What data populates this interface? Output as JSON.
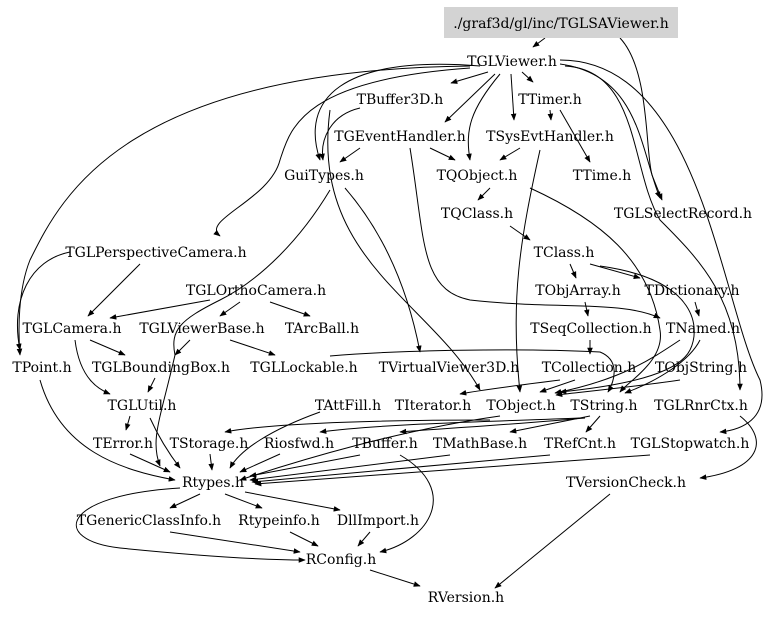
{
  "graph": {
    "root": "./graf3d/gl/inc/TGLSAViewer.h",
    "nodes": [
      {
        "id": "root",
        "label": "./graf3d/gl/inc/TGLSAViewer.h",
        "highlight": true
      },
      {
        "id": "tglviewer",
        "label": "TGLViewer.h"
      },
      {
        "id": "tbuffer3d",
        "label": "TBuffer3D.h"
      },
      {
        "id": "ttimer",
        "label": "TTimer.h"
      },
      {
        "id": "tgeventhandler",
        "label": "TGEventHandler.h"
      },
      {
        "id": "tsysevthandler",
        "label": "TSysEvtHandler.h"
      },
      {
        "id": "guitypes",
        "label": "GuiTypes.h"
      },
      {
        "id": "tqobject",
        "label": "TQObject.h"
      },
      {
        "id": "ttime",
        "label": "TTime.h"
      },
      {
        "id": "tqclass",
        "label": "TQClass.h"
      },
      {
        "id": "tglselectrecord",
        "label": "TGLSelectRecord.h"
      },
      {
        "id": "tglperspectivecamera",
        "label": "TGLPerspectiveCamera.h"
      },
      {
        "id": "tclass",
        "label": "TClass.h"
      },
      {
        "id": "tglorthocamera",
        "label": "TGLOrthoCamera.h"
      },
      {
        "id": "tobjarray",
        "label": "TObjArray.h"
      },
      {
        "id": "tdictionary",
        "label": "TDictionary.h"
      },
      {
        "id": "tglcamera",
        "label": "TGLCamera.h"
      },
      {
        "id": "tglviewerbase",
        "label": "TGLViewerBase.h"
      },
      {
        "id": "tarcball",
        "label": "TArcBall.h"
      },
      {
        "id": "tseqcollection",
        "label": "TSeqCollection.h"
      },
      {
        "id": "tnamed",
        "label": "TNamed.h"
      },
      {
        "id": "tpoint",
        "label": "TPoint.h"
      },
      {
        "id": "tglboundingbox",
        "label": "TGLBoundingBox.h"
      },
      {
        "id": "tgllockable",
        "label": "TGLLockable.h"
      },
      {
        "id": "tvirtualviewer3d",
        "label": "TVirtualViewer3D.h"
      },
      {
        "id": "tcollection",
        "label": "TCollection.h"
      },
      {
        "id": "tobjstring",
        "label": "TObjString.h"
      },
      {
        "id": "tglutil",
        "label": "TGLUtil.h"
      },
      {
        "id": "tattfill",
        "label": "TAttFill.h"
      },
      {
        "id": "titerator",
        "label": "TIterator.h"
      },
      {
        "id": "tobject",
        "label": "TObject.h"
      },
      {
        "id": "tstring",
        "label": "TString.h"
      },
      {
        "id": "tglrnrctx",
        "label": "TGLRnrCtx.h"
      },
      {
        "id": "terror",
        "label": "TError.h"
      },
      {
        "id": "tstorage",
        "label": "TStorage.h"
      },
      {
        "id": "riosfwd",
        "label": "Riosfwd.h"
      },
      {
        "id": "tbuffer",
        "label": "TBuffer.h"
      },
      {
        "id": "tmathbase",
        "label": "TMathBase.h"
      },
      {
        "id": "trefcnt",
        "label": "TRefCnt.h"
      },
      {
        "id": "tglstopwatch",
        "label": "TGLStopwatch.h"
      },
      {
        "id": "rtypes",
        "label": "Rtypes.h"
      },
      {
        "id": "tversioncheck",
        "label": "TVersionCheck.h"
      },
      {
        "id": "tgenericclassinfo",
        "label": "TGenericClassInfo.h"
      },
      {
        "id": "rtypeinfo",
        "label": "Rtypeinfo.h"
      },
      {
        "id": "dllimport",
        "label": "DllImport.h"
      },
      {
        "id": "rconfig",
        "label": "RConfig.h"
      },
      {
        "id": "rversion",
        "label": "RVersion.h"
      }
    ]
  }
}
